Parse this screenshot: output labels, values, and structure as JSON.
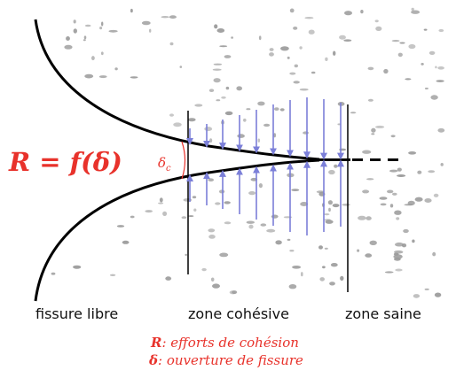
{
  "equation": {
    "text": "R = f(δ)",
    "color": "#e8322b"
  },
  "delta_c_label": {
    "main": "δ",
    "sub": "c"
  },
  "zones": {
    "free_crack": "fissure libre",
    "cohesive_zone": "zone cohésive",
    "healthy_zone": "zone saine"
  },
  "legend": {
    "r_symbol": "R",
    "r_text": ": efforts de cohésion",
    "delta_symbol": "δ",
    "delta_text": ": ouverture de fissure"
  },
  "colors": {
    "crack_outline": "#000000",
    "cohesive_arrows": "#7b7fd8",
    "speckle": "#9a9a9a",
    "red_text": "#e8322b"
  }
}
